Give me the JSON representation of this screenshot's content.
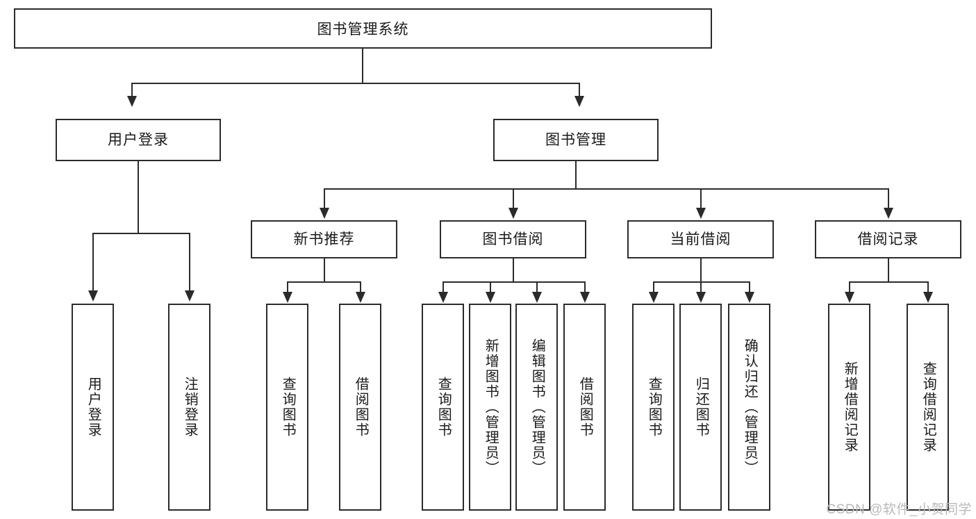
{
  "diagram": {
    "title": "图书管理系统",
    "type": "tree",
    "root": {
      "label": "图书管理系统"
    },
    "level2": [
      {
        "id": "user-login",
        "label": "用户登录"
      },
      {
        "id": "book-management",
        "label": "图书管理"
      }
    ],
    "level3": [
      {
        "id": "new-book-recommend",
        "label": "新书推荐",
        "parent": "book-management"
      },
      {
        "id": "book-borrow",
        "label": "图书借阅",
        "parent": "book-management"
      },
      {
        "id": "current-borrow",
        "label": "当前借阅",
        "parent": "book-management"
      },
      {
        "id": "borrow-record",
        "label": "借阅记录",
        "parent": "book-management"
      }
    ],
    "leaves": {
      "user_login": [
        {
          "id": "leaf-user-login",
          "label": "用户登录"
        },
        {
          "id": "leaf-user-logout",
          "label": "注销登录"
        }
      ],
      "new_book_recommend": [
        {
          "id": "leaf-query-book-1",
          "label": "查询图书"
        },
        {
          "id": "leaf-borrow-book-1",
          "label": "借阅图书"
        }
      ],
      "book_borrow": [
        {
          "id": "leaf-query-book-2",
          "label": "查询图书"
        },
        {
          "id": "leaf-add-book",
          "label": "新增图书（管理员）"
        },
        {
          "id": "leaf-edit-book",
          "label": "编辑图书（管理员）"
        },
        {
          "id": "leaf-borrow-book-2",
          "label": "借阅图书"
        }
      ],
      "current_borrow": [
        {
          "id": "leaf-query-book-3",
          "label": "查询图书"
        },
        {
          "id": "leaf-return-book",
          "label": "归还图书"
        },
        {
          "id": "leaf-confirm-return",
          "label": "确认归还（管理员）"
        }
      ],
      "borrow_record": [
        {
          "id": "leaf-add-record",
          "label": "新增借阅记录"
        },
        {
          "id": "leaf-query-record",
          "label": "查询借阅记录"
        }
      ]
    }
  },
  "watermark": {
    "text": "CSDN @软件_小贺同学"
  },
  "colors": {
    "stroke": "#2b2b2b",
    "background": "#ffffff",
    "text": "#1a1a1a",
    "watermark": "#b9b9b9"
  }
}
